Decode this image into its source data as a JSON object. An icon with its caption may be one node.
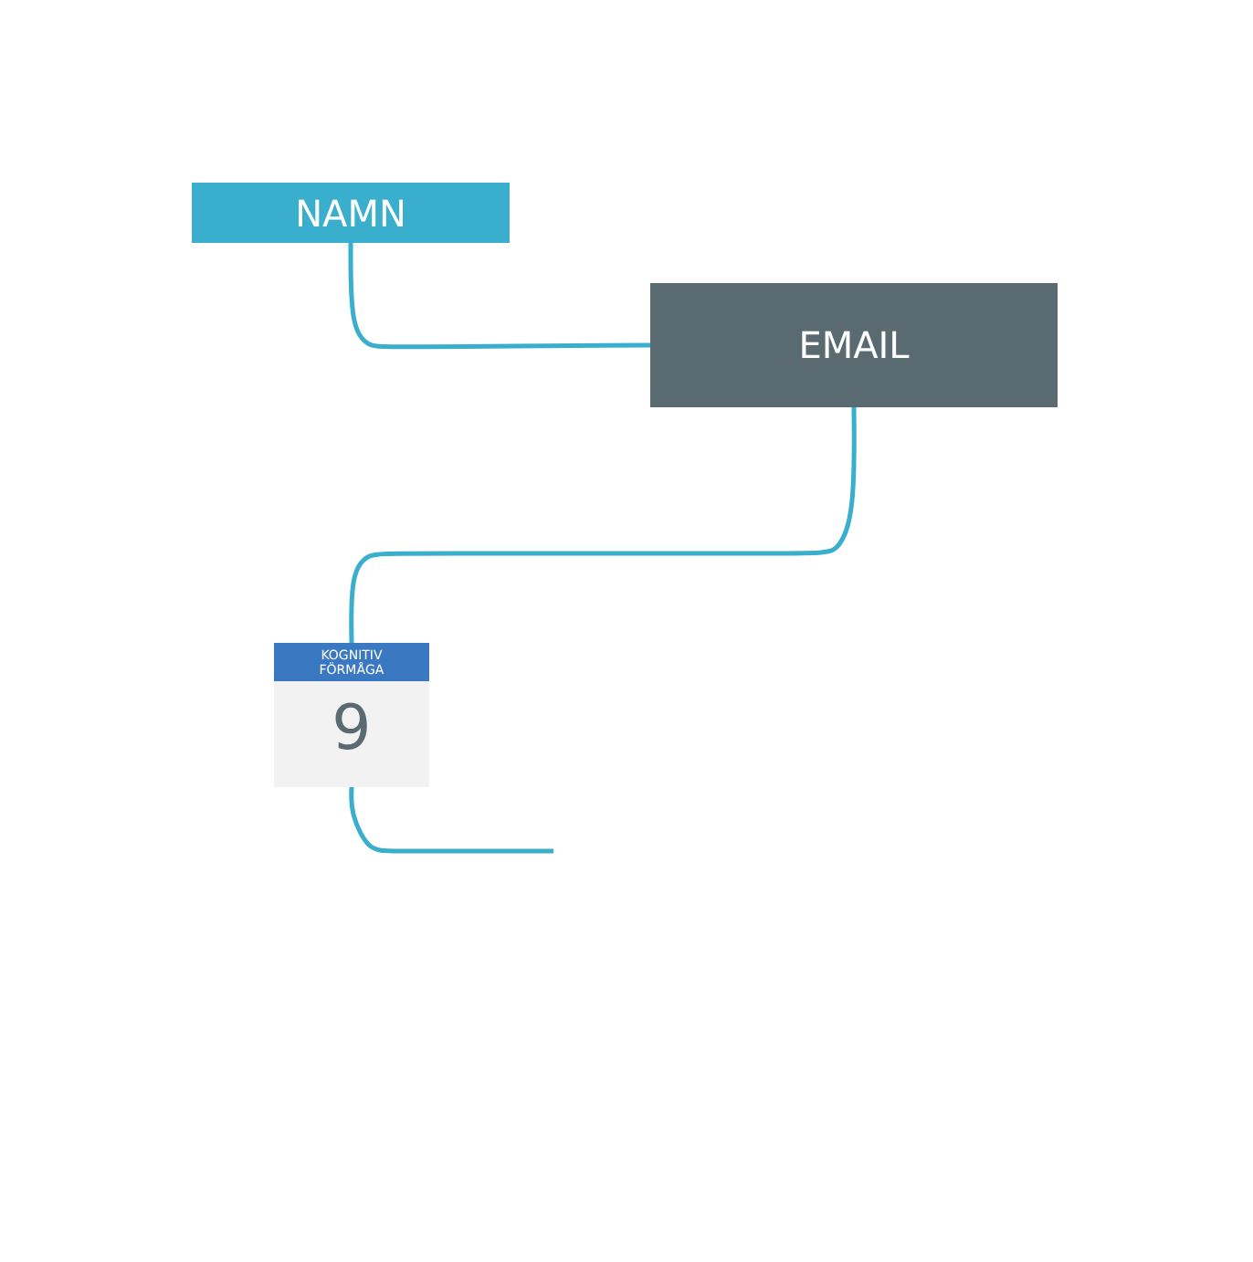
{
  "diagram": {
    "nodes": [
      {
        "text": [
          "NAMN"
        ]
      },
      {
        "text": [
          "EMAIL"
        ]
      },
      {
        "text": [
          "KOGNITIV FÖRMÅGA",
          "9"
        ]
      }
    ],
    "edges": [
      {
        "from": 0,
        "to": 1,
        "arrow": "none"
      },
      {
        "from": 1,
        "to": 2,
        "arrow": "none"
      },
      {
        "from": 2,
        "to": null,
        "arrow": "none"
      }
    ]
  }
}
